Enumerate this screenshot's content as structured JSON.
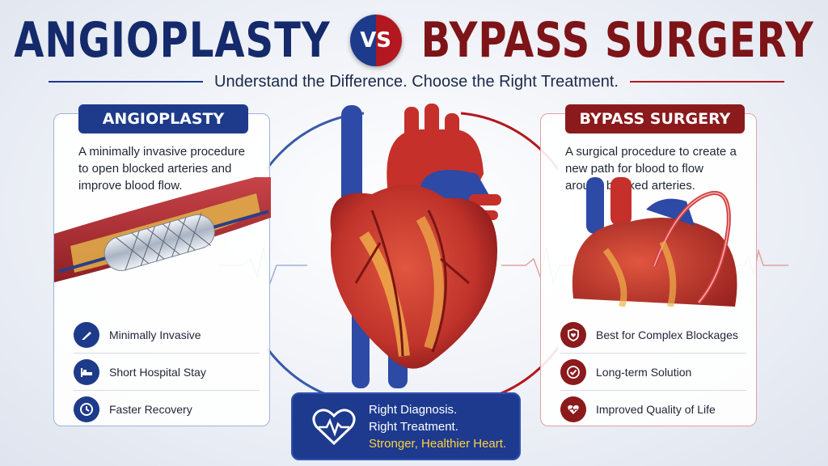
{
  "title": {
    "left": "ANGIOPLASTY",
    "vs": "VS",
    "right": "BYPASS SURGERY"
  },
  "subtitle": "Understand the Difference. Choose the Right Treatment.",
  "angioplasty": {
    "tag": "ANGIOPLASTY",
    "desc": "A minimally invasive procedure to open blocked arteries and improve blood flow.",
    "features": [
      {
        "label": "Minimally Invasive",
        "icon": "scalpel-icon"
      },
      {
        "label": "Short Hospital Stay",
        "icon": "hospital-bed-icon"
      },
      {
        "label": "Faster Recovery",
        "icon": "clock-icon"
      }
    ]
  },
  "bypass": {
    "tag": "BYPASS SURGERY",
    "desc": "A surgical procedure to create a new path for blood to flow around blocked arteries.",
    "features": [
      {
        "label": "Best for Complex Blockages",
        "icon": "shield-heart-icon"
      },
      {
        "label": "Long-term Solution",
        "icon": "check-circle-icon"
      },
      {
        "label": "Improved Quality of Life",
        "icon": "heart-pulse-icon"
      }
    ]
  },
  "bottom": {
    "line1": "Right Diagnosis.",
    "line2": "Right Treatment.",
    "line3": "Stronger, Healthier Heart."
  },
  "colors": {
    "navy": "#1e3a8a",
    "maroon": "#8b1a1c",
    "highlight": "#ffd23a"
  }
}
